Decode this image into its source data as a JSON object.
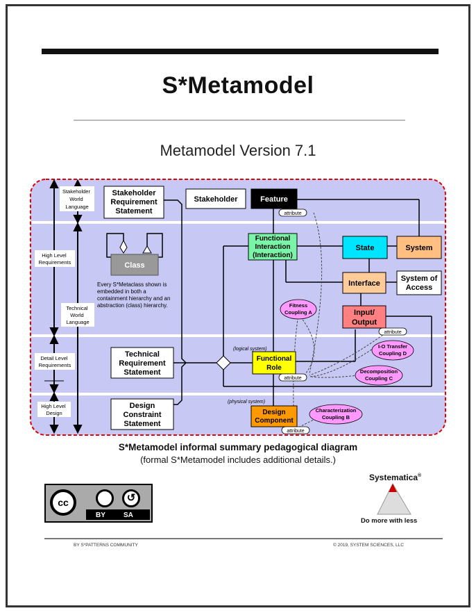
{
  "title": "S*Metamodel",
  "version": "Metamodel Version 7.1",
  "diagram": {
    "left_labels": {
      "stakeholder_world_language": [
        "Stakeholder",
        "World",
        "Language"
      ],
      "high_level_requirements": [
        "High Level",
        "Requirements"
      ],
      "technical_world_language": [
        "Technical",
        "World",
        "Language"
      ],
      "detail_level_requirements": [
        "Detail Level",
        "Requirements"
      ],
      "high_level_design": [
        "High Level",
        "Design"
      ]
    },
    "boxes": {
      "stakeholder_requirement_statement": [
        "Stakeholder",
        "Requirement",
        "Statement"
      ],
      "stakeholder": "Stakeholder",
      "feature": "Feature",
      "functional_interaction": [
        "Functional",
        "Interaction",
        "(Interaction)"
      ],
      "state": "State",
      "system": "System",
      "interface": "Interface",
      "system_of_access": [
        "System of",
        "Access"
      ],
      "input_output": [
        "Input/",
        "Output"
      ],
      "class": "Class",
      "technical_requirement_statement": [
        "Technical",
        "Requirement",
        "Statement"
      ],
      "functional_role": [
        "Functional",
        "Role"
      ],
      "design_constraint_statement": [
        "Design",
        "Constraint",
        "Statement"
      ],
      "design_component": [
        "Design",
        "Component"
      ]
    },
    "class_note": [
      "Every S*Metaclass shown is",
      "embedded in both a",
      "containment hierarchy and an",
      "abstraction (class) hierarchy."
    ],
    "couplings": {
      "fitness": [
        "Fitness",
        "Coupling A"
      ],
      "io_transfer": [
        "I-O Transfer",
        "Coupling D"
      ],
      "decomposition": [
        "Decomposition",
        "Coupling C"
      ],
      "characterization": [
        "Characterization",
        "Coupling B"
      ]
    },
    "attribute_label": "attribute",
    "logical_system": "(logical system)",
    "physical_system": "(physical system)"
  },
  "caption": {
    "line1": "S*Metamodel informal summary pedagogical diagram",
    "line2": "(formal S*Metamodel includes additional details.)"
  },
  "license": {
    "cc": "cc",
    "by": "BY",
    "sa": "SA"
  },
  "brand": {
    "name": "Systematica",
    "mark": "®",
    "tagline": "Do more with less"
  },
  "footer": {
    "left": "BY S*PATTERNS COMMUNITY",
    "right": "© 2019, SYSTEM SCIENCES, LLC"
  },
  "colors": {
    "band": "#c8c8f5",
    "feature": "#000000",
    "functional_interaction": "#7af5a8",
    "state": "#00e5ff",
    "system": "#ffbf80",
    "interface": "#ffcc99",
    "input_output": "#ff8080",
    "class": "#999999",
    "functional_role": "#ffff00",
    "design_component": "#ff9900",
    "coupling": "#ff99ff",
    "border": "#e00000"
  }
}
